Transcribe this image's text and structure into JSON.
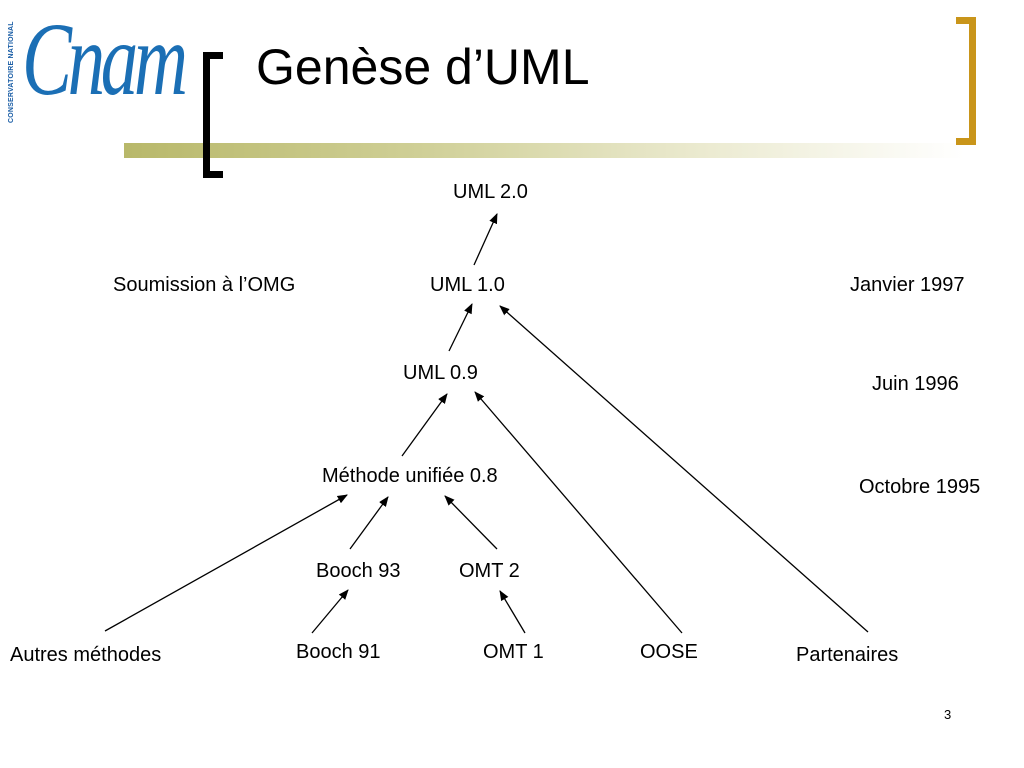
{
  "slide": {
    "title": "Genèse d’UML",
    "page_number": "3"
  },
  "logo": {
    "wordmark": "Cnam",
    "side_text": "CONSERVATOIRE NATIONAL"
  },
  "nodes": {
    "uml20": "UML 2.0",
    "uml10": "UML 1.0",
    "uml09": "UML 0.9",
    "methode08": "Méthode unifiée 0.8",
    "booch93": "Booch 93",
    "omt2": "OMT 2",
    "booch91": "Booch 91",
    "omt1": "OMT 1",
    "oose": "OOSE",
    "autres": "Autres méthodes",
    "partenaires": "Partenaires"
  },
  "annotations": {
    "soumission": "Soumission à l’OMG"
  },
  "timeline": {
    "janvier1997": "Janvier 1997",
    "juin1996": "Juin 1996",
    "octobre1995": "Octobre 1995"
  },
  "edges": [
    {
      "from": "uml10",
      "to": "uml20"
    },
    {
      "from": "uml09",
      "to": "uml10"
    },
    {
      "from": "partenaires",
      "to": "uml10"
    },
    {
      "from": "methode08",
      "to": "uml09"
    },
    {
      "from": "oose",
      "to": "uml09"
    },
    {
      "from": "booch93",
      "to": "methode08"
    },
    {
      "from": "omt2",
      "to": "methode08"
    },
    {
      "from": "autres",
      "to": "methode08"
    },
    {
      "from": "booch91",
      "to": "booch93"
    },
    {
      "from": "omt1",
      "to": "omt2"
    }
  ]
}
